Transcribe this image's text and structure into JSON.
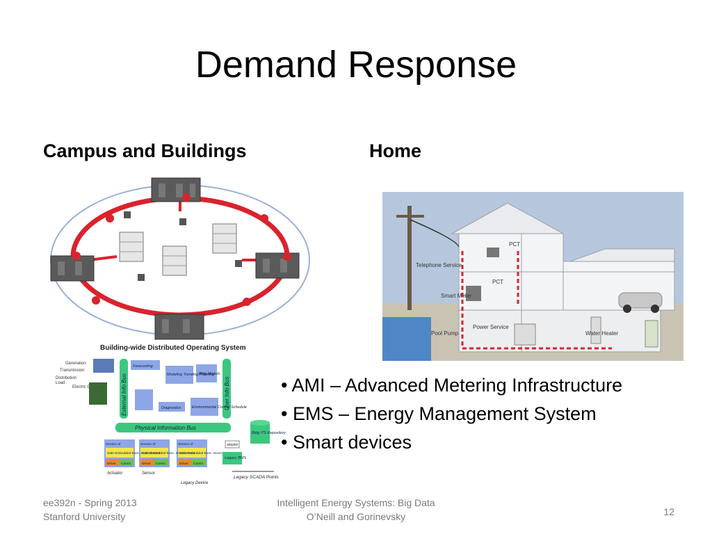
{
  "slide": {
    "title": "Demand Response",
    "left_heading": "Campus and Buildings",
    "right_heading": "Home",
    "bullets": [
      "AMI – Advanced Metering Infrastructure",
      "EMS – Energy Management System",
      "Smart devices"
    ],
    "page_number": "12"
  },
  "footer": {
    "left_line1": "ee392n - Spring 2013",
    "left_line2": "Stanford University",
    "center_line1": "Intelligent Energy Systems: Big Data",
    "center_line2": "O’Neill and Gorinevsky"
  },
  "diagram_os": {
    "title": "Building-wide Distributed Operating System",
    "legend": [
      "Generation",
      "Transmission",
      "Distribution",
      "Load",
      "Electric Grid"
    ],
    "ext_bus": "External Info Bus",
    "user_bus": "User Info Bus",
    "boxes": [
      "Forecasting",
      "Modeling Trending Planning",
      "Bldg Models",
      "Diagnostics",
      "Environmental Control Schedule"
    ],
    "phys_bus": "Physical Information Bus",
    "repo": "Bldg ITS Repository",
    "adapter": "adapter",
    "legacy_bms": "Legacy BMS",
    "legacy_scada": "Legacy SCADA Points",
    "service": "Service of",
    "safe_env": "Safe Embedded Exec. Environment",
    "driver": "Driver",
    "comm": "Comm",
    "actuator": "Actuator",
    "sensor": "Sensor",
    "legacy_device": "Legacy Device"
  },
  "home_image": {
    "labels": [
      "PCT",
      "Telephone Service",
      "PCT",
      "Smart Meter",
      "Power Service",
      "Pool Pump",
      "Water Heater"
    ]
  },
  "colors": {
    "ring_red": "#d9232d",
    "bus_green": "#3cc77f",
    "box_blue": "#8ea6e8"
  }
}
